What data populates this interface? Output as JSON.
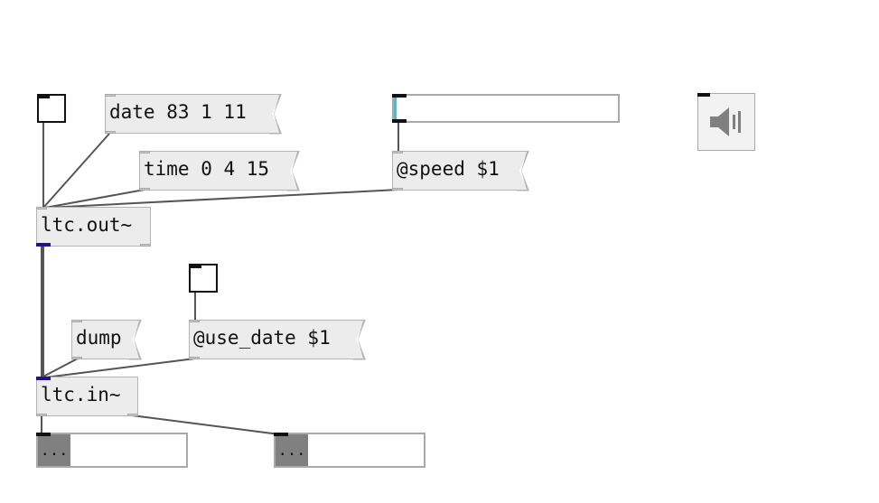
{
  "patch": {
    "objects": {
      "ltc_out": "ltc.out~",
      "ltc_in": "ltc.in~"
    },
    "messages": {
      "date": "date 83 1 11",
      "time": "time 0 4 15",
      "speed": "@speed $1",
      "dump": "dump",
      "use_date": "@use_date $1"
    },
    "displays": {
      "left_button": "...",
      "right_button": "..."
    },
    "icons": {
      "dsp_toggle": "speaker-icon"
    },
    "colors": {
      "slider_knob": "#5fb5bd",
      "signal_port": "#24108c",
      "display_button": "#808080"
    }
  }
}
